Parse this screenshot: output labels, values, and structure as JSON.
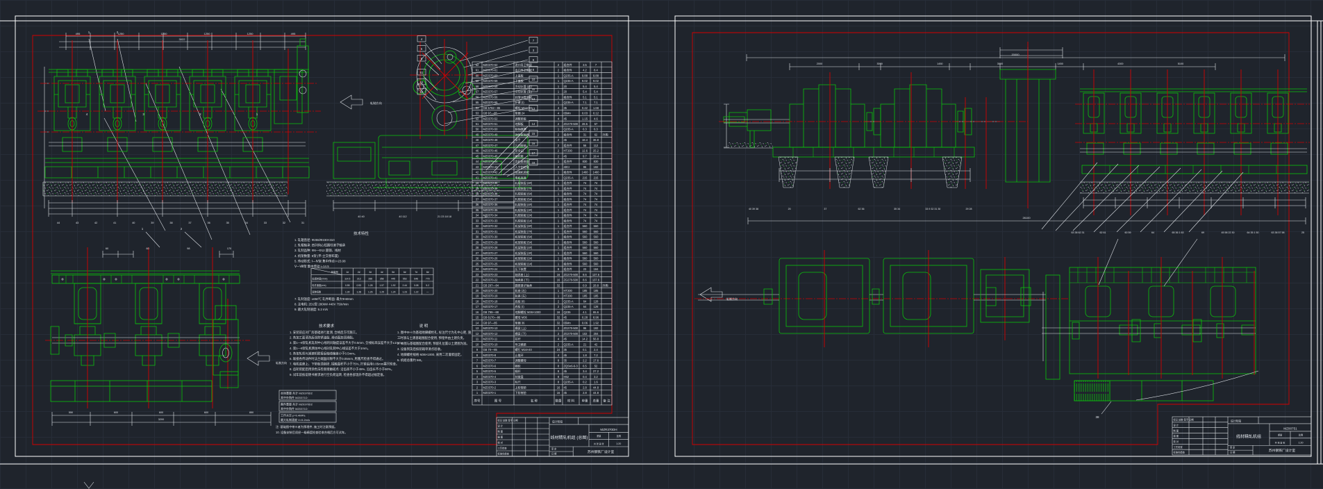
{
  "app": {
    "background": "#1f242c",
    "accent_green": "#0bc40b",
    "accent_red": "#d40000",
    "line_white": "#dfe3e8"
  },
  "sheet_left": {
    "elev": {
      "dims_top": [
        "495",
        "1250",
        "1250",
        "1250",
        "1250",
        "495"
      ],
      "dims_total": [
        "3022"
      ],
      "stand_labels": [
        "4",
        "3",
        "2",
        "1"
      ],
      "station_labels": [
        "44",
        "43",
        "42",
        "41",
        "40",
        "39",
        "38",
        "37",
        "36",
        "35",
        "34",
        "33",
        "32",
        "31"
      ],
      "balloons_top": [
        "1",
        "2"
      ]
    },
    "section": {
      "left_balloons": [
        "4",
        "5",
        "6"
      ],
      "left_balloons2": [
        "51",
        "52",
        "53"
      ],
      "right_balloons": [
        "7",
        "3",
        "9",
        "8",
        "10",
        "11",
        "12",
        "13"
      ],
      "right_balloons2": [
        "14",
        "15",
        "16",
        "17",
        "18"
      ],
      "station_row": [
        "40 40",
        "40 112",
        "21 23 18 18",
        "17"
      ],
      "direction_label": "轧制方向"
    },
    "plan": {
      "dims_top": [
        "60",
        "60",
        "98",
        "170"
      ],
      "leader_labels": [
        "1",
        "2"
      ],
      "bottom_dims": [
        "550",
        "600",
        "600",
        "600",
        "850"
      ],
      "bottom_total": [
        "3200"
      ],
      "direction_label": "轧制方向"
    },
    "tech_spec": {
      "title": "技术特性",
      "items": [
        "1. 轧辊直径: Φ255/Φ230×310",
        "2. 轧辊轴承: 四列向心短圆柱滚子轴承",
        "3. 轧制品种: Φ6—Φ12 圆钢、线材",
        "4. 机架数量: 8架 (平-立交替布置)",
        "5. 传动形式: Ⅰ—Ⅳ架 集中传动  i=23.08",
        "              Ⅴ—Ⅷ架 集中传动  i=14.5"
      ],
      "table": {
        "headers": [
          "机架号",
          "1#",
          "2#",
          "3#",
          "4#",
          "5#",
          "6#",
          "7#",
          "8#"
        ],
        "rows": [
          [
            "轧辊转速(r/min)",
            "114.5",
            "213",
            "288",
            "358",
            "445",
            "553",
            "646",
            "779"
          ],
          [
            "轧件速度(m/s)",
            "0.55",
            "0.93",
            "1.28",
            "1.57",
            "1.92",
            "2.44",
            "3.08",
            "5.2"
          ],
          [
            "延伸系数",
            "1.30",
            "1.28",
            "1.26",
            "1.25",
            "1.24",
            "1.23",
            "1.22",
            "—"
          ]
        ]
      },
      "post_items": [
        "7. 轧制温度: ≥850℃  轧件断面: 最大Φ40mm",
        "8. 主电机: ZD2型 280kW 440V 750r/min",
        "9. 最大轧制速度: 5.2 m/s"
      ]
    },
    "tech_req": {
      "title": "技术要求",
      "items": [
        "1. 安装前应对厂房基础进行复测, 合格后方可施工。",
        "2. 各加工面清洗后涂防锈油脂, 滑动面加润滑脂。",
        "3. 第1—8架轧机轧制中心线的同轴度误差不大于0.5mm, 全线标高误差不大于±1mm。",
        "4. 第1—8架轧机牌坊中心线对轧制中心线误差不大于1mm。",
        "5. 各架轧机与减速机联接后轴线偏差小于0.5mm。",
        "6. 联接各传动件时法兰端面间隙不大于0.05mm, 用塞尺检查不得通过。",
        "7. 电机底座上、下垫板须刮研, 接触面积不小于75%, 拧紧后用0.05mm塞尺检查。",
        "8. 齿轮装配后用涂色法检查接触斑点: 沿齿高不小于45%, 沿齿长不小于60%。",
        "9. 试车前按说明书要求进行空负荷运转, 检查各部温升不得超过规定值。"
      ]
    },
    "notes": {
      "title": "说  明",
      "items": [
        "1. 图中Φ××为基础地脚螺栓孔, 标注尺寸为孔中心距, 施",
        "    工时须与土建基础图配合使用, 预埋件由土建负责。",
        "2. 本图与基础图配合使用, 预留孔位置以土建图为准。",
        "3. 设备到货后按装箱单清点验收。",
        "4. 地脚螺栓规格 M36×1000, 采用二次灌浆固定。",
        "5. 机组总重约 56t。"
      ]
    },
    "ref_table": {
      "boxes": [
        [
          "本体重量 共计   MZ0370D2",
          "其中外购件      MZ0371D"
        ],
        [
          "备件重量 共计   MZ0370D2",
          "其中外购件      MZ0371D"
        ],
        [
          "工作水压  p=0.4MPa",
          "最大轧制速度 V=5.2m/s"
        ]
      ],
      "footer": [
        "注: 基础图中带※者为预埋件, 施工时注意预留。",
        "10. 设备安装后须经一级精度检查验收合格后方可试车。"
      ]
    },
    "bom": {
      "headers": [
        "序号",
        "图 号",
        "名  称",
        "数量",
        "材 料",
        "单重",
        "总重",
        "备 注"
      ],
      "rows": [
        [
          "62",
          "MZ0370-62",
          "进口导卫装配",
          "2",
          "组合件",
          "3.5",
          "7",
          ""
        ],
        [
          "61",
          "MZ0370-61",
          "出口导卫装配",
          "2",
          "组合件",
          "4.2",
          "8.4",
          ""
        ],
        [
          "60",
          "MZ0370-60",
          "上盖板",
          "1",
          "Q235-A",
          "9.88",
          "9.88",
          ""
        ],
        [
          "59",
          "MZ0370-59",
          "下盖板",
          "1",
          "Q235-A",
          "9.02",
          "9.02",
          ""
        ],
        [
          "58",
          "MZ0370-58",
          "冷却水管 (右)",
          "1",
          "20",
          "5.4",
          "5.4",
          ""
        ],
        [
          "57",
          "MZ0370-57",
          "冷却水管 (左)",
          "1",
          "20",
          "5.4",
          "5.4",
          ""
        ],
        [
          "56",
          "MZ0370-56",
          "润滑油管装配",
          "1",
          "组合件",
          "5.1",
          "5.1",
          ""
        ],
        [
          "55",
          "MZ0370-55",
          "护罩 (Ⅰ)",
          "1",
          "Q235-A",
          "7.1",
          "7.1",
          ""
        ],
        [
          "54",
          "GB 5782—86",
          "螺栓 M24×90",
          "4",
          "35",
          "0.42",
          "1.68",
          ""
        ],
        [
          "53",
          "GB 97—85",
          "垫圈 24",
          "4",
          "65Mn",
          "0.03",
          "0.12",
          ""
        ],
        [
          "52",
          "MZ0370-52",
          "调整垫板",
          "4",
          "45",
          "1.15",
          "4.6",
          ""
        ],
        [
          "51",
          "MZ0370-51",
          "地脚板",
          "2",
          "ZG270-500",
          "28.5",
          "57",
          ""
        ],
        [
          "50",
          "MZ0370-50",
          "联轴器罩",
          "1",
          "Q235-A",
          "6.3",
          "6.3",
          ""
        ],
        [
          "49",
          "MZ0370-49",
          "弹性联轴器",
          "2",
          "组合件",
          "31",
          "62",
          "外购"
        ],
        [
          "48",
          "MZ0370-48",
          "接手",
          "2",
          "45",
          "18.4",
          "36.8",
          ""
        ],
        [
          "47",
          "MZ0370-47",
          "万向接轴",
          "2",
          "组合件",
          "56",
          "112",
          ""
        ],
        [
          "46",
          "MZ0370-46",
          "安全臼",
          "2",
          "HT200",
          "12.6",
          "25.2",
          ""
        ],
        [
          "45",
          "MZ0370-45",
          "梅花套",
          "2",
          "45",
          "9.7",
          "19.4",
          ""
        ],
        [
          "44",
          "MZ0370-44",
          "齿轮座装配",
          "1",
          "组合件",
          "830",
          "830",
          ""
        ],
        [
          "43",
          "MZ0370-43",
          "人字齿轮轴",
          "2",
          "40Cr",
          "96",
          "192",
          ""
        ],
        [
          "42",
          "MZ0370-42",
          "减速机装配",
          "1",
          "组合件",
          "1460",
          "1460",
          ""
        ],
        [
          "41",
          "MZ0370-41",
          "电机底座",
          "1",
          "Q235-A",
          "215",
          "215",
          ""
        ],
        [
          "40",
          "MZ0370-40",
          "轧辊装配 (8#)",
          "1",
          "组合件",
          "74",
          "74",
          ""
        ],
        [
          "39",
          "MZ0370-39",
          "轧辊装配 (7#)",
          "1",
          "组合件",
          "74",
          "74",
          ""
        ],
        [
          "38",
          "MZ0370-38",
          "轧辊装配 (6#)",
          "1",
          "组合件",
          "74",
          "74",
          ""
        ],
        [
          "37",
          "MZ0370-37",
          "轧辊装配 (5#)",
          "1",
          "组合件",
          "74",
          "74",
          ""
        ],
        [
          "36",
          "MZ0370-36",
          "轧辊装配 (4#)",
          "1",
          "组合件",
          "74",
          "74",
          ""
        ],
        [
          "35",
          "MZ0370-35",
          "轧辊装配 (3#)",
          "1",
          "组合件",
          "74",
          "74",
          ""
        ],
        [
          "34",
          "MZ0370-34",
          "轧辊装配 (2#)",
          "1",
          "组合件",
          "74",
          "74",
          ""
        ],
        [
          "33",
          "MZ0370-33",
          "轧辊装配 (1#)",
          "1",
          "组合件",
          "74",
          "74",
          ""
        ],
        [
          "32",
          "MZ0370-32",
          "机架装配 (8#)",
          "1",
          "组合件",
          "560",
          "560",
          ""
        ],
        [
          "31",
          "MZ0370-31",
          "机架装配 (7#)",
          "1",
          "组合件",
          "560",
          "560",
          ""
        ],
        [
          "30",
          "MZ0370-30",
          "机架装配 (6#)",
          "1",
          "组合件",
          "560",
          "560",
          ""
        ],
        [
          "29",
          "MZ0370-29",
          "机架装配 (5#)",
          "1",
          "组合件",
          "560",
          "560",
          ""
        ],
        [
          "28",
          "MZ0370-28",
          "机架装配 (4#)",
          "1",
          "组合件",
          "560",
          "560",
          ""
        ],
        [
          "27",
          "MZ0370-27",
          "机架装配 (3#)",
          "1",
          "组合件",
          "560",
          "560",
          ""
        ],
        [
          "26",
          "MZ0370-26",
          "机架装配 (2#)",
          "1",
          "组合件",
          "560",
          "560",
          ""
        ],
        [
          "25",
          "MZ0370-25",
          "机架装配 (1#)",
          "1",
          "组合件",
          "560",
          "560",
          ""
        ],
        [
          "24",
          "MZ0370-24",
          "压下装置",
          "8",
          "组合件",
          "23",
          "184",
          ""
        ],
        [
          "23",
          "MZ0370-23",
          "轴承座 (上)",
          "16",
          "ZG270-500",
          "8.6",
          "137.6",
          ""
        ],
        [
          "22",
          "MZ0370-22",
          "轴承座 (下)",
          "16",
          "ZG270-500",
          "8.6",
          "137.6",
          ""
        ],
        [
          "21",
          "GB 297—84",
          "圆锥滚子轴承",
          "32",
          "",
          "0.9",
          "28.8",
          "外购"
        ],
        [
          "20",
          "MZ0370-20",
          "轨座 (右)",
          "1",
          "HT200",
          "185",
          "185",
          ""
        ],
        [
          "19",
          "MZ0370-19",
          "轨座 (左)",
          "1",
          "HT200",
          "185",
          "185",
          ""
        ],
        [
          "18",
          "MZ0370-18",
          "底板 (Ⅱ)",
          "2",
          "Q235-A",
          "64",
          "128",
          ""
        ],
        [
          "17",
          "MZ0370-17",
          "底板 (Ⅰ)",
          "2",
          "Q235-A",
          "64",
          "128",
          ""
        ],
        [
          "16",
          "GB 799—88",
          "地脚螺栓 M36×1000",
          "16",
          "Q235",
          "4.1",
          "65.6",
          ""
        ],
        [
          "15",
          "GB 6170—86",
          "螺母 M36",
          "32",
          "45",
          "0.28",
          "8.96",
          ""
        ],
        [
          "14",
          "GB 97—85",
          "垫圈 36",
          "32",
          "65Mn",
          "0.06",
          "1.92",
          ""
        ],
        [
          "13",
          "MZ0370-13",
          "横梁 (上)",
          "2",
          "ZG270-500",
          "96",
          "192",
          ""
        ],
        [
          "12",
          "MZ0370-12",
          "横梁 (下)",
          "2",
          "ZG270-500",
          "102",
          "204",
          ""
        ],
        [
          "11",
          "MZ0370-11",
          "拉杆",
          "4",
          "45",
          "14.2",
          "56.8",
          ""
        ],
        [
          "10",
          "MZ0370-10",
          "导卫横梁",
          "2",
          "Q235-A",
          "21",
          "42",
          ""
        ],
        [
          "9",
          "GB 70—85",
          "螺钉 M16×40",
          "24",
          "35",
          "0.1",
          "2.4",
          ""
        ],
        [
          "8",
          "MZ0370-8",
          "止推环",
          "4",
          "45",
          "1.8",
          "7.2",
          ""
        ],
        [
          "7",
          "MZ0370-7",
          "调整螺母",
          "8",
          "35",
          "2.2",
          "17.6",
          ""
        ],
        [
          "6",
          "MZ0370-6",
          "蜗轮",
          "8",
          "ZQSn6-6-3",
          "6.5",
          "52",
          ""
        ],
        [
          "5",
          "MZ0370-5",
          "蜗杆",
          "8",
          "45",
          "3.4",
          "27.2",
          ""
        ],
        [
          "4",
          "MZ0370-4",
          "刻度盘",
          "8",
          "H62",
          "0.4",
          "3.2",
          ""
        ],
        [
          "3",
          "MZ0370-3",
          "标尺",
          "8",
          "Q235-A",
          "0.2",
          "1.6",
          ""
        ],
        [
          "2",
          "MZ0370-2",
          "上阶梯垫",
          "16",
          "45",
          "2.8",
          "44.8",
          ""
        ],
        [
          "1",
          "MZ0370-1",
          "下阶梯垫",
          "16",
          "45",
          "2.8",
          "44.8",
          ""
        ]
      ]
    },
    "title_block": {
      "stage_label": "设计阶段",
      "title": "线材精轧机组 (总图)",
      "drawing_no": "MZR370DH",
      "weight_label": "重量",
      "scale_label": "比例",
      "scale": "1:20",
      "sheets": "共 张 第 张",
      "company": "苏州钢铁厂设计室",
      "left_rows": [
        "标记 处数 签字 日期",
        "设 计",
        "制 图",
        "描 图",
        "校 对",
        "工艺检查",
        "标准化检查"
      ],
      "review_rows": [
        "审 定",
        "日 期"
      ]
    }
  },
  "sheet_right": {
    "elev": {
      "total": [
        "20000"
      ],
      "sub_dims": [
        "2000",
        "3000",
        "1450",
        "3000",
        "1450",
        "4300",
        "5100"
      ],
      "bottom_total": [
        "26100"
      ],
      "groups_left": [
        "40 39 38",
        "20",
        "37",
        "62 36",
        "35 34",
        "33 9 32 31 30",
        "29 28"
      ],
      "groups_right": [
        "63 38 62 31",
        "62 61",
        "60 59",
        "64",
        "65 36 1 63",
        "69",
        "45 58 22 30",
        "64 35 1 50",
        "63 38 57 58",
        "25"
      ]
    },
    "plan": {
      "balloon_38": [
        "38"
      ],
      "direction_label": "轧制方向"
    },
    "title_block": {
      "stage_label": "设计阶段",
      "title": "线材精轧机组",
      "drawing_no": "MZ00751",
      "weight_label": "重量",
      "scale_label": "比例",
      "scale": "1:20",
      "sheets": "共 张 第 张",
      "company": "苏州钢铁厂设计室",
      "left_rows": [
        "标记 处数 签字 日期",
        "设 计",
        "制 图",
        "描 图",
        "校 对",
        "工艺检查",
        "标准化检查"
      ],
      "review_rows": [
        "审 定",
        "日 期"
      ]
    }
  }
}
